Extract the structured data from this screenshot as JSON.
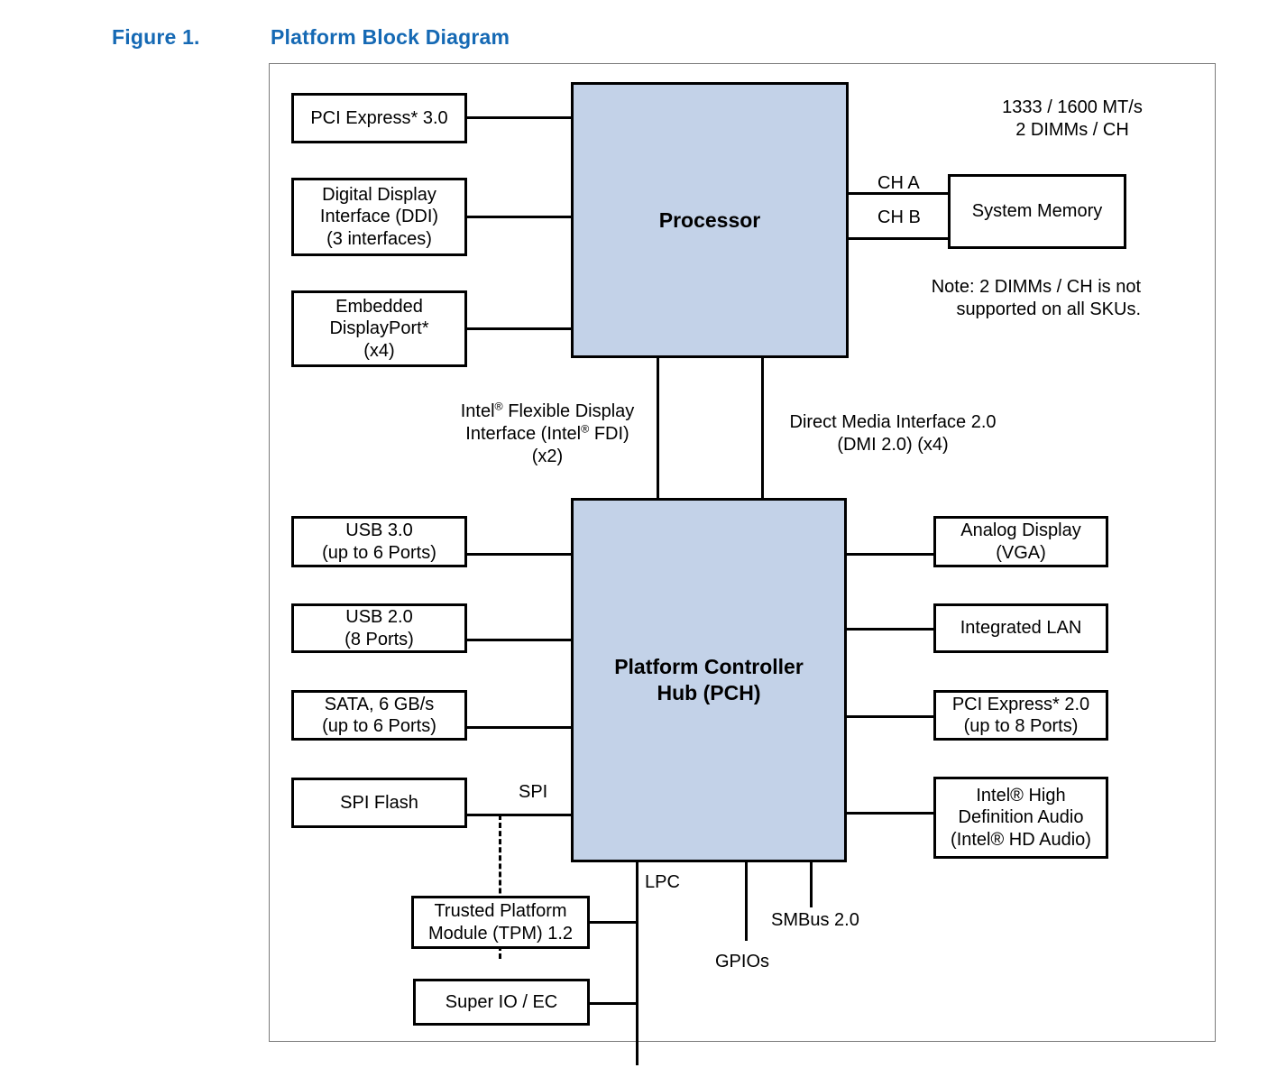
{
  "figure": {
    "number": "Figure 1.",
    "title": "Platform Block Diagram"
  },
  "chips": {
    "processor": "Processor",
    "pch_line1": "Platform Controller",
    "pch_line2": "Hub (PCH)"
  },
  "processor_left_blocks": [
    {
      "name": "pci-express-30",
      "lines": [
        "PCI Express* 3.0"
      ]
    },
    {
      "name": "digital-display-interface",
      "lines": [
        "Digital Display",
        "Interface (DDI)",
        "(3 interfaces)"
      ]
    },
    {
      "name": "embedded-displayport",
      "lines": [
        "Embedded",
        "DisplayPort*",
        "(x4)"
      ]
    }
  ],
  "memory": {
    "speed_line1": "1333 / 1600 MT/s",
    "speed_line2": "2 DIMMs / CH",
    "channel_a": "CH A",
    "channel_b": "CH B",
    "block_label": "System Memory",
    "note_line1": "Note: 2 DIMMs / CH is not",
    "note_line2": "supported on all SKUs."
  },
  "interconnects": {
    "fdi_line1_a": "Intel",
    "fdi_line1_b": " Flexible Display",
    "fdi_line2_a": "Interface (Intel",
    "fdi_line2_b": " FDI)",
    "fdi_line3": "(x2)",
    "dmi_line1": "Direct Media Interface 2.0",
    "dmi_line2": "(DMI 2.0)  (x4)"
  },
  "pch_left_blocks": [
    {
      "name": "usb-30",
      "lines": [
        "USB 3.0",
        "(up to 6 Ports)"
      ]
    },
    {
      "name": "usb-20",
      "lines": [
        "USB 2.0",
        "(8 Ports)"
      ]
    },
    {
      "name": "sata",
      "lines": [
        "SATA, 6 GB/s",
        "(up to 6 Ports)"
      ]
    },
    {
      "name": "spi-flash",
      "lines": [
        "SPI Flash"
      ]
    }
  ],
  "pch_right_blocks": [
    {
      "name": "analog-display-vga",
      "lines": [
        "Analog Display",
        "(VGA)"
      ]
    },
    {
      "name": "integrated-lan",
      "lines": [
        "Integrated LAN"
      ]
    },
    {
      "name": "pci-express-20",
      "lines": [
        "PCI Express* 2.0",
        "(up to 8 Ports)"
      ]
    },
    {
      "name": "intel-hd-audio",
      "lines": [
        "Intel® High",
        "Definition Audio",
        "(Intel® HD Audio)"
      ]
    }
  ],
  "pch_bottom_blocks": {
    "tpm_line1": "Trusted Platform",
    "tpm_line2": "Module (TPM) 1.2",
    "super_io": "Super IO / EC"
  },
  "bus_labels": {
    "spi": "SPI",
    "lpc": "LPC",
    "gpios": "GPIOs",
    "smbus": "SMBus 2.0"
  },
  "colors": {
    "caption": "#1569b4",
    "chip_fill": "#c3d2e8",
    "line": "#000000",
    "frame": "#7a7a7a"
  }
}
